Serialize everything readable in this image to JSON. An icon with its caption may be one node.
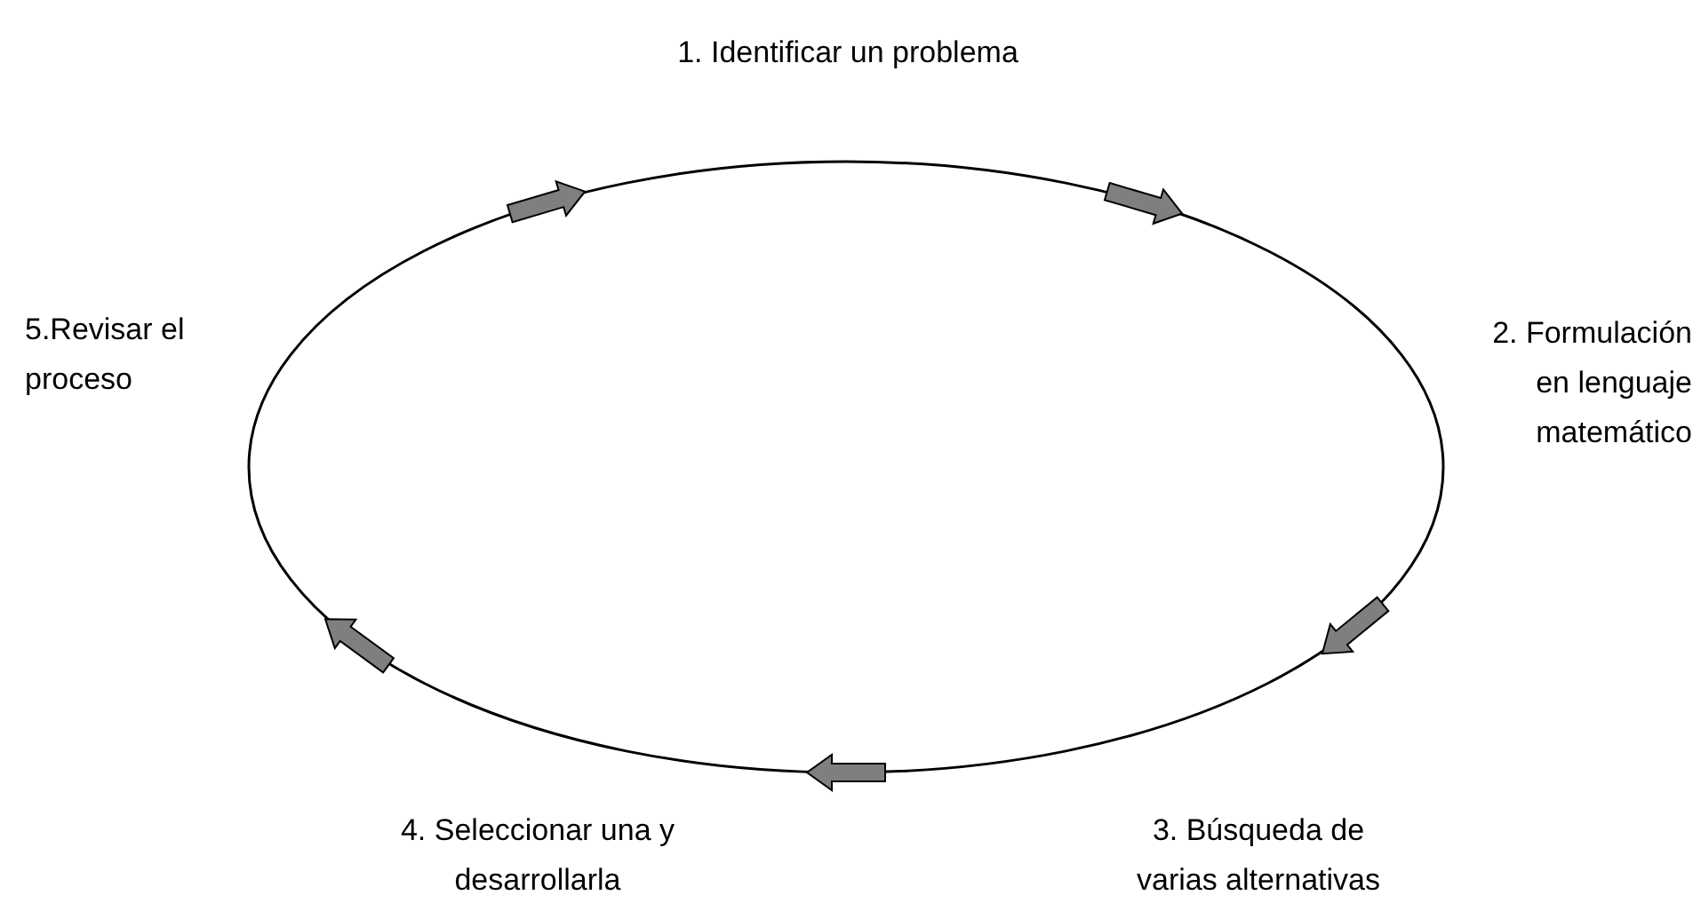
{
  "diagram": {
    "nodes": [
      {
        "text": [
          "1. Identificar un problema"
        ]
      },
      {
        "text": [
          "2. Formulación en lenguaje matemático"
        ]
      },
      {
        "text": [
          "3. Búsqueda de varias alternativas"
        ]
      },
      {
        "text": [
          "4. Seleccionar una y desarrollarla"
        ]
      },
      {
        "text": [
          "5.Revisar el proceso"
        ]
      }
    ]
  }
}
